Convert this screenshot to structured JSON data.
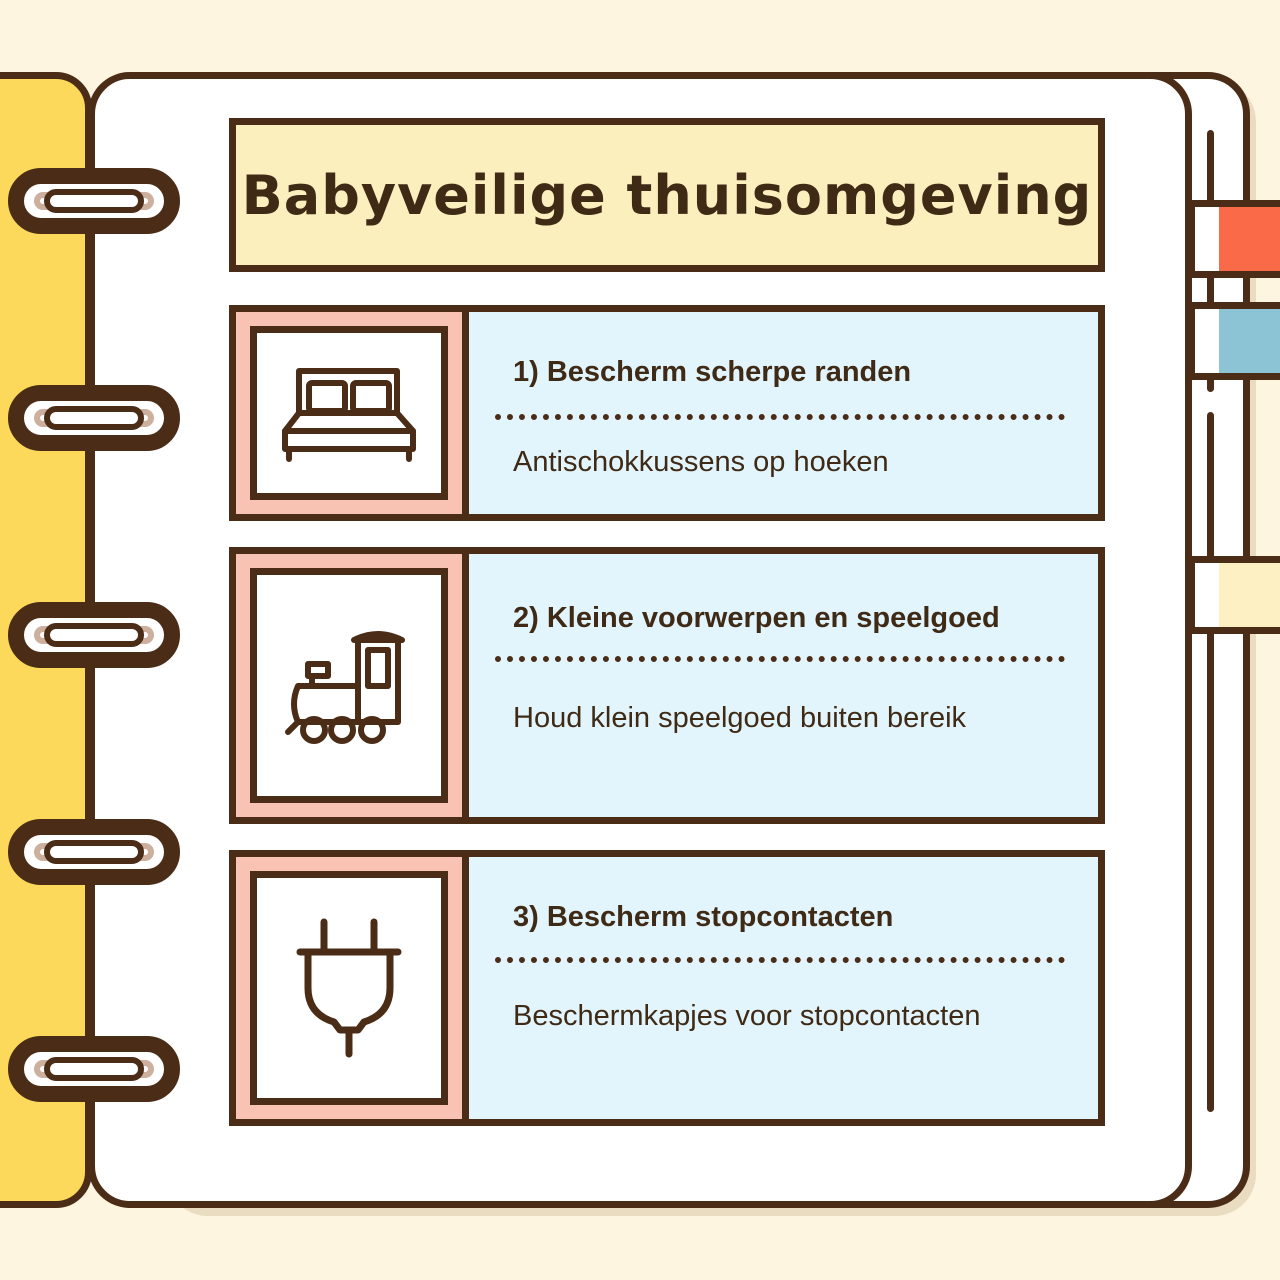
{
  "title": "Babyveilige thuisomgeving",
  "items": [
    {
      "heading": "1) Bescherm scherpe randen",
      "description": "Antischokkussens op hoeken",
      "icon": "bed-icon"
    },
    {
      "heading": "2) Kleine voorwerpen en speelgoed",
      "description": "Houd klein speelgoed buiten bereik",
      "icon": "toy-train-icon"
    },
    {
      "heading": "3) Bescherm stopcontacten",
      "description": "Beschermkapjes voor stopcontacten",
      "icon": "electric-plug-icon"
    }
  ],
  "colors": {
    "background": "#fdf5e0",
    "cover": "#fcd95a",
    "outline": "#4a2c17",
    "title_fill": "#fcefbe",
    "card_fill": "#e2f5fd",
    "icon_frame": "#f9c3b3",
    "tab_red": "#fa6a48",
    "tab_blue": "#8cc4d6",
    "tab_cream": "#fdf1c4"
  }
}
